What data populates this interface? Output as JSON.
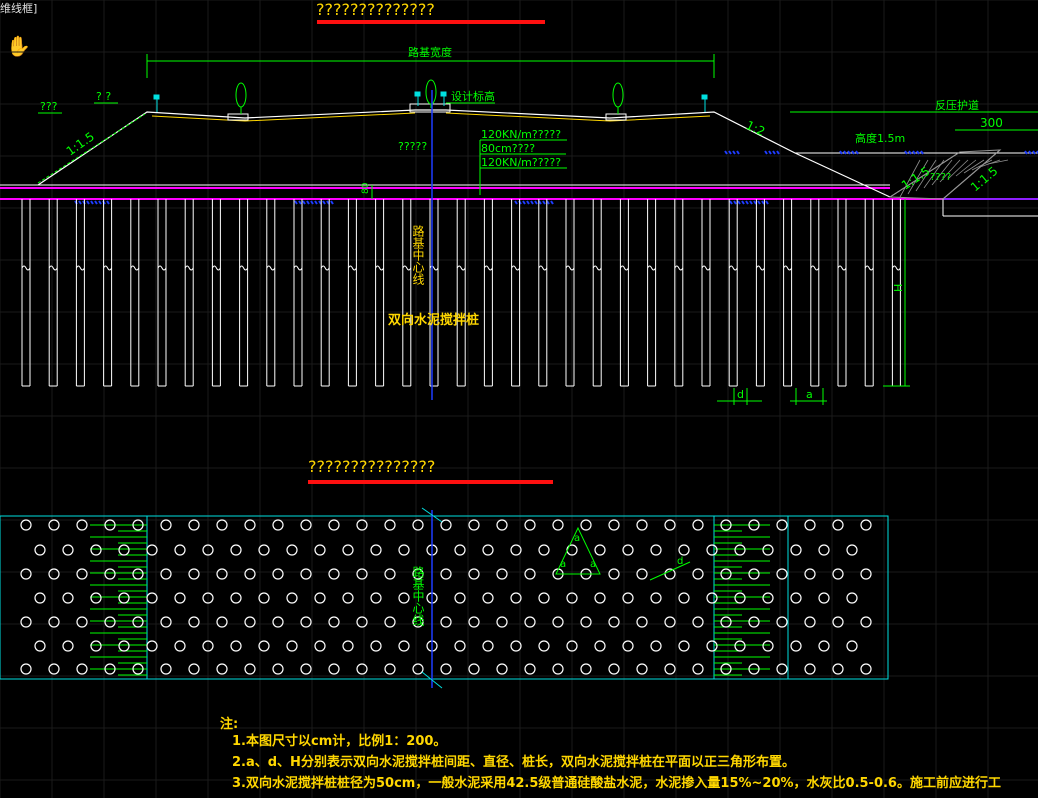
{
  "viewport": {
    "label": "维线框]"
  },
  "section_view": {
    "title": "??????????????",
    "labels": {
      "roadbed_width": "路基宽度",
      "design_elevation": "设计标高",
      "left_slope": "1:1.5",
      "left_q1": "???",
      "left_q2": "? ?",
      "right_slope_top": "1:2",
      "right_slope_left": "1:1.5",
      "right_slope_right": "1:1.5",
      "berm": "反压护道",
      "berm_height": "高度1.5m",
      "berm_width": "300",
      "berm_fill": "????",
      "fill_q": "?????",
      "spec1": "120KN/m?????",
      "spec2": "80cm????",
      "spec3": "120KN/m?????",
      "cushion": "80",
      "centerline": "路基中心线",
      "pile_label": "双向水泥搅拌桩",
      "h": "H",
      "d": "d",
      "a": "a"
    }
  },
  "plan_view": {
    "title": "???????????????",
    "labels": {
      "centerline": "路基中心线",
      "a1": "a",
      "a2": "a",
      "a3": "a",
      "d": "d"
    }
  },
  "notes": {
    "heading": "注:",
    "items": [
      "1.本图尺寸以cm计，比例1：200。",
      "2.a、d、H分别表示双向水泥搅拌桩间距、直径、桩长，双向水泥搅拌桩在平面以正三角形布置。",
      "3.双向水泥搅拌桩桩径为50cm，一般水泥采用42.5级普通硅酸盐水泥，水泥掺入量15%~20%，水灰比0.5-0.6。施工前应进行工"
    ]
  },
  "colors": {
    "background": "#000000",
    "text_yellow": "#ffd700",
    "line_white": "#ffffff",
    "line_green": "#00ff00",
    "line_magenta": "#ff00ff",
    "line_cyan": "#00e0e0",
    "line_blue": "#1e3cff",
    "underline_red": "#ff1010"
  }
}
